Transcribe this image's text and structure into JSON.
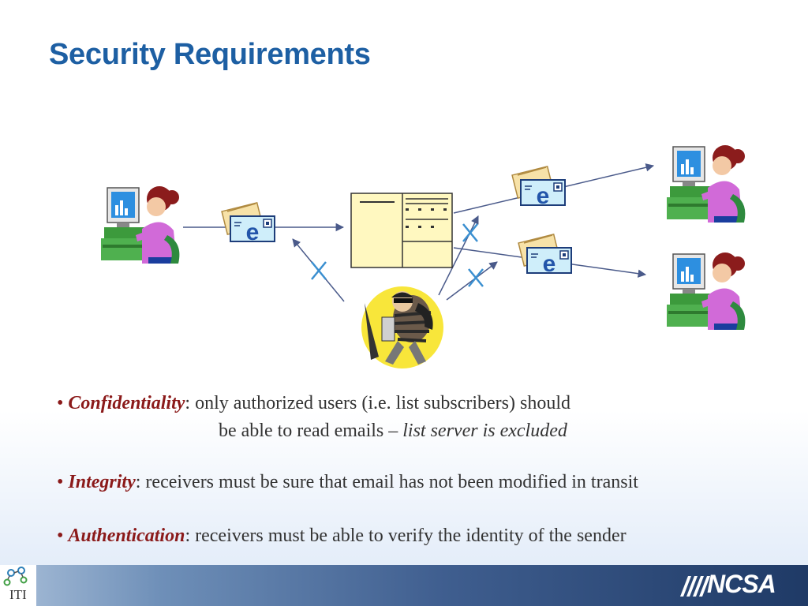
{
  "slide": {
    "title": "Security Requirements"
  },
  "bullets": [
    {
      "marker": "•",
      "term": "Confidentiality",
      "text": ": only authorized users (i.e. list subscribers) should",
      "text_line2": "be able to read emails – ",
      "italic_tail": "list server is excluded"
    },
    {
      "marker": "•",
      "term": "Integrity",
      "text": ": receivers must be sure that email has not been modified in transit"
    },
    {
      "marker": "•",
      "term": "Authentication",
      "text": ": receivers must be able to verify the identity of the sender"
    }
  ],
  "footer": {
    "left_logo_text": "ITI",
    "right_logo_text": "NCSA"
  },
  "diagram": {
    "email_glyph": "e",
    "icons": [
      "computer-user-icon",
      "email-envelope-icon",
      "list-server-icon",
      "burglar-icon",
      "blocked-x-icon"
    ]
  },
  "colors": {
    "title": "#1d5fa3",
    "term": "#8b1a1a",
    "footer_dark": "#1f3a66",
    "arrow": "#4a5a8a",
    "blocked": "#3a8fd0",
    "server_fill": "#fff8c0"
  }
}
